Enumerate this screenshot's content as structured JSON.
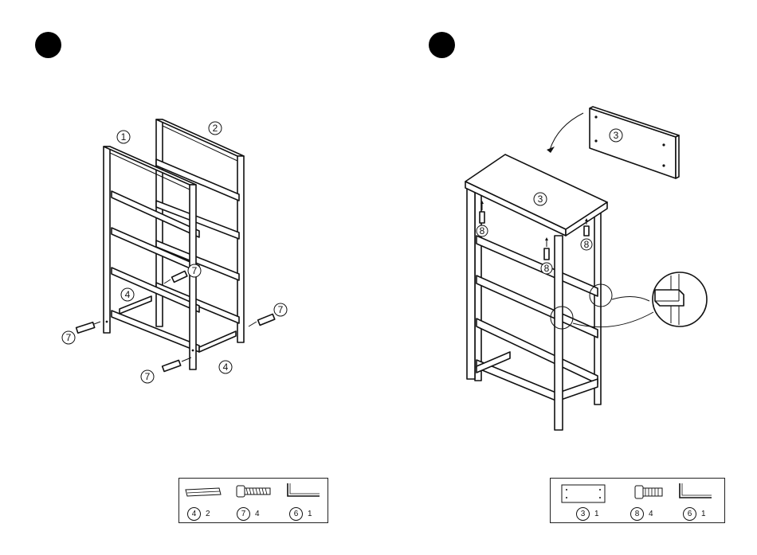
{
  "step1": {
    "callouts": {
      "side1": "1",
      "side2": "2",
      "shelf_a": "4",
      "shelf_b": "4",
      "screw_a": "7",
      "screw_b": "7",
      "screw_c": "7",
      "screw_d": "7"
    },
    "parts": [
      {
        "num": "4",
        "qty": "2",
        "icon": "shelf-rail-icon"
      },
      {
        "num": "7",
        "qty": "4",
        "icon": "screw-icon"
      },
      {
        "num": "6",
        "qty": "1",
        "icon": "allen-key-icon"
      }
    ]
  },
  "step2": {
    "callouts": {
      "top_panel": "3",
      "top_mounted": "3",
      "dowel_a": "8",
      "dowel_b": "8",
      "dowel_c": "8"
    },
    "parts": [
      {
        "num": "3",
        "qty": "1",
        "icon": "top-panel-icon"
      },
      {
        "num": "8",
        "qty": "4",
        "icon": "dowel-icon"
      },
      {
        "num": "6",
        "qty": "1",
        "icon": "allen-key-icon"
      }
    ]
  }
}
